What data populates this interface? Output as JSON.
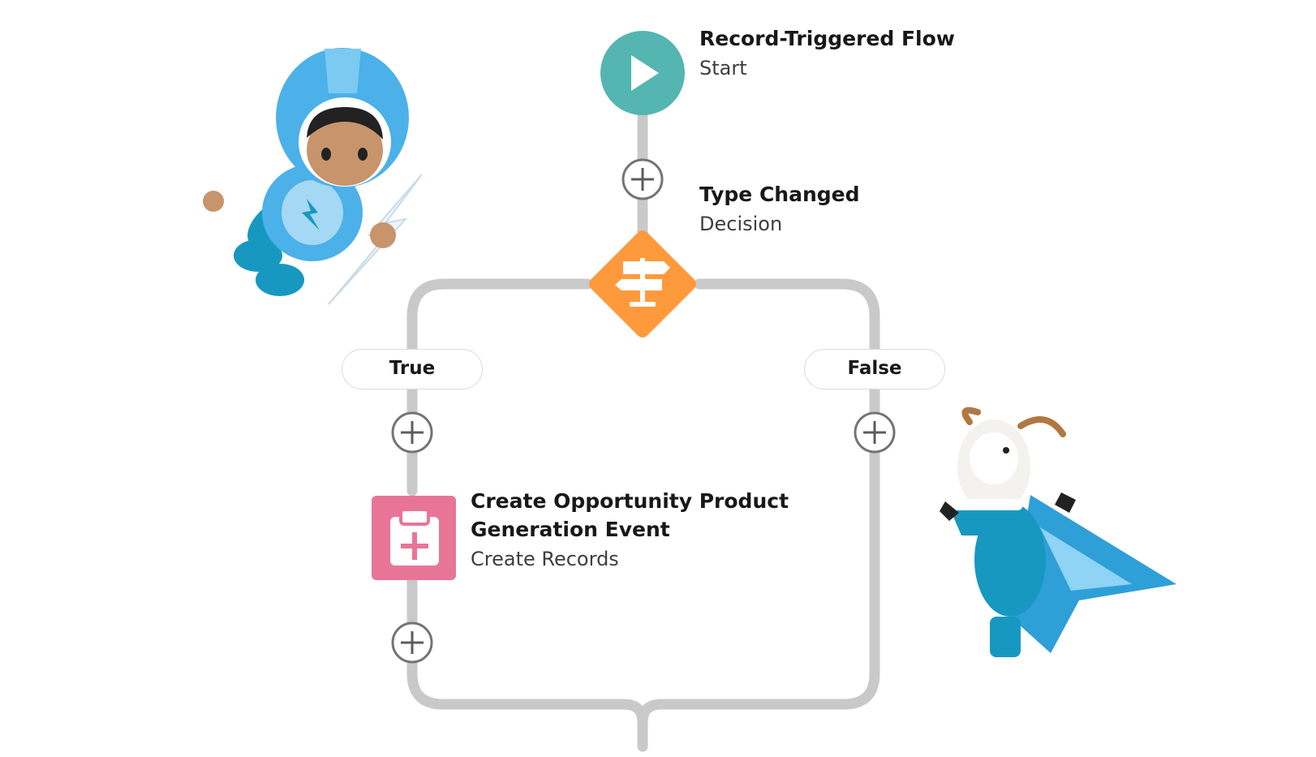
{
  "start": {
    "title": "Record-Triggered Flow",
    "subtitle": "Start",
    "color": "#54b5b1"
  },
  "decision": {
    "title": "Type Changed",
    "subtitle": "Decision",
    "color": "#ff9a3c"
  },
  "branches": {
    "true_label": "True",
    "false_label": "False"
  },
  "create": {
    "title_line1": "Create Opportunity Product",
    "title_line2": "Generation Event",
    "subtitle": "Create Records",
    "color": "#e87597"
  },
  "connector_color": "#c9c9c9",
  "add_icon": "plus-circle-icon",
  "mascots": [
    "astro-icon",
    "codey-goat-icon"
  ]
}
